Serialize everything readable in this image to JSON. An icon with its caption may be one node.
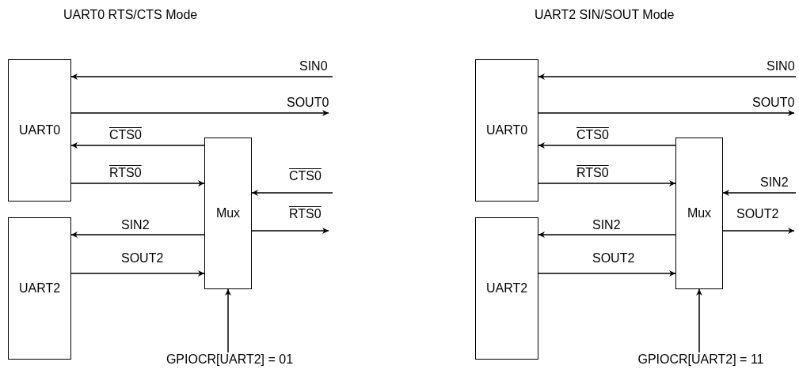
{
  "diagram": {
    "nodes": [
      {
        "text": [
          "UART0"
        ]
      },
      {
        "text": [
          "UART2"
        ]
      },
      {
        "text": [
          "Mux"
        ]
      },
      {
        "text": [
          "GPIOCR[UART2] = 01"
        ]
      },
      {
        "text": [
          "UART0"
        ]
      },
      {
        "text": [
          "UART2"
        ]
      },
      {
        "text": [
          "Mux"
        ]
      },
      {
        "text": [
          "GPIOCR[UART2] = 11"
        ]
      }
    ],
    "edges": [
      {
        "from": null,
        "to": 0,
        "arrow": "to",
        "label": "SIN0"
      },
      {
        "from": 0,
        "to": null,
        "arrow": "to",
        "label": "SOUT0"
      },
      {
        "from": 2,
        "to": 0,
        "arrow": "to",
        "label": "CTS0"
      },
      {
        "from": 0,
        "to": 2,
        "arrow": "to",
        "label": "RTS0"
      },
      {
        "from": null,
        "to": 2,
        "arrow": "to",
        "label": "CTS0"
      },
      {
        "from": 2,
        "to": null,
        "arrow": "to",
        "label": "RTS0"
      },
      {
        "from": 2,
        "to": 1,
        "arrow": "to",
        "label": "SIN2"
      },
      {
        "from": 1,
        "to": 2,
        "arrow": "to",
        "label": "SOUT2"
      },
      {
        "from": 3,
        "to": 2,
        "arrow": "to"
      },
      {
        "from": null,
        "to": 4,
        "arrow": "to",
        "label": "SIN0"
      },
      {
        "from": 4,
        "to": null,
        "arrow": "to",
        "label": "SOUT0"
      },
      {
        "from": 6,
        "to": 4,
        "arrow": "to",
        "label": "CTS0"
      },
      {
        "from": 4,
        "to": 6,
        "arrow": "to",
        "label": "RTS0"
      },
      {
        "from": null,
        "to": 6,
        "arrow": "to",
        "label": "SIN2"
      },
      {
        "from": 6,
        "to": null,
        "arrow": "to",
        "label": "SOUT2"
      },
      {
        "from": 6,
        "to": 5,
        "arrow": "to",
        "label": "SIN2"
      },
      {
        "from": 5,
        "to": 6,
        "arrow": "to",
        "label": "SOUT2"
      },
      {
        "from": 7,
        "to": 6,
        "arrow": "to"
      }
    ],
    "labels": [
      "UART0 RTS/CTS Mode",
      "UART2 SIN/SOUT Mode"
    ]
  }
}
